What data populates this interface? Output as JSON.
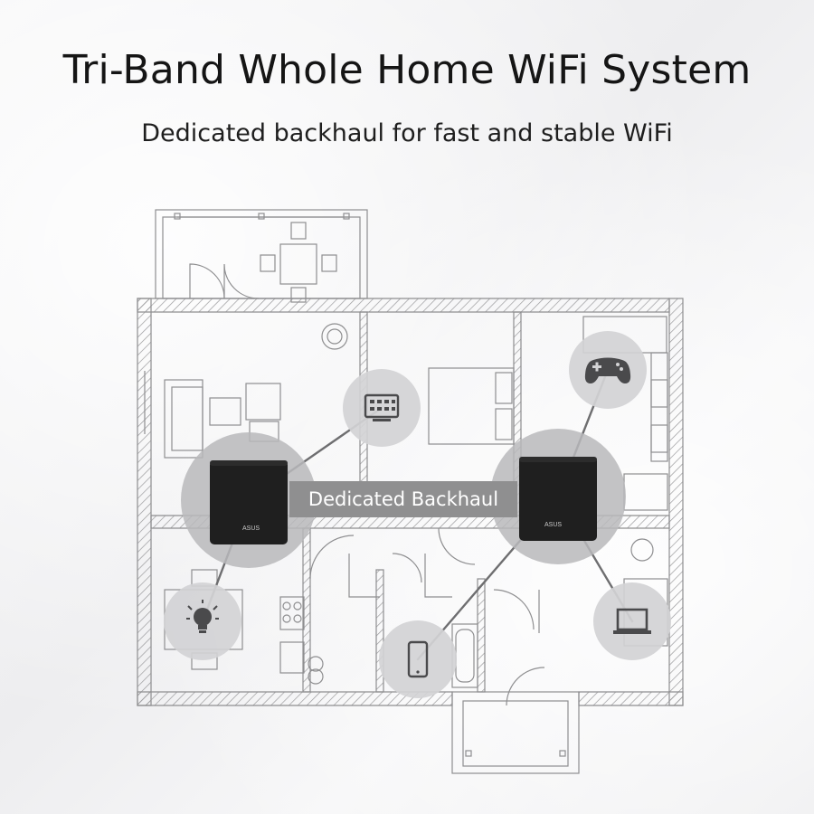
{
  "header": {
    "title": "Tri-Band Whole Home WiFi System",
    "subtitle": "Dedicated backhaul for fast and stable WiFi"
  },
  "diagram": {
    "backhaul_label": "Dedicated Backhaul",
    "router_logo": "ASUS",
    "devices": [
      {
        "name": "smart-tv-icon"
      },
      {
        "name": "game-controller-icon"
      },
      {
        "name": "smart-bulb-icon"
      },
      {
        "name": "smartphone-icon"
      },
      {
        "name": "laptop-icon"
      }
    ],
    "colors": {
      "router": "#1f1f1f",
      "halo": "#b9b9bb",
      "device_circle": "#d3d3d5",
      "link_line": "#6e6e70",
      "wall_line": "#8e8e90"
    }
  }
}
